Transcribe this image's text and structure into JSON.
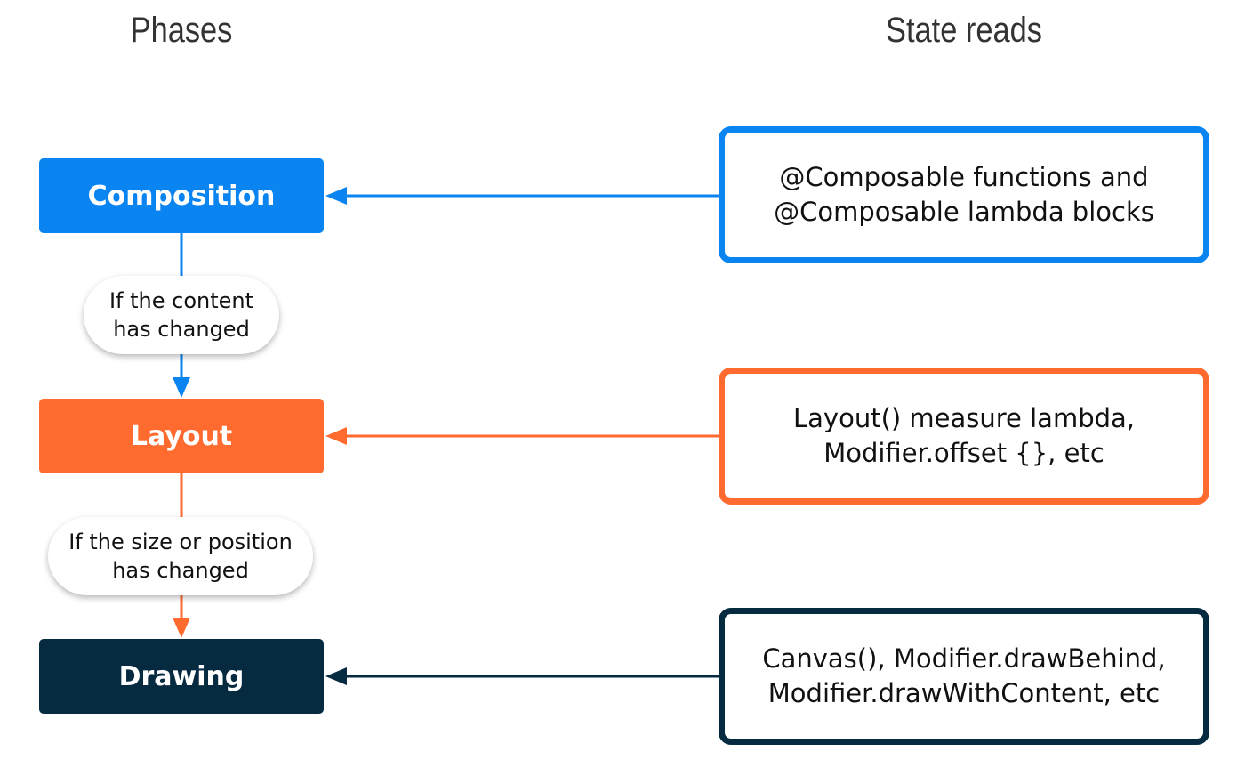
{
  "headers": {
    "phases": "Phases",
    "state_reads": "State reads"
  },
  "phases": [
    {
      "label": "Composition",
      "color": "#0a84f0"
    },
    {
      "label": "Layout",
      "color": "#ff6a2f"
    },
    {
      "label": "Drawing",
      "color": "#062a40"
    }
  ],
  "state_reads": [
    {
      "lines": [
        "@Composable functions and",
        "@Composable lambda blocks"
      ],
      "border_color": "#0a84f0"
    },
    {
      "lines": [
        "Layout() measure lambda,",
        "Modifier.offset {}, etc"
      ],
      "border_color": "#ff6a2f"
    },
    {
      "lines": [
        "Canvas(), Modifier.drawBehind,",
        "Modifier.drawWithContent, etc"
      ],
      "border_color": "#062a40"
    }
  ],
  "conditions": [
    {
      "lines": [
        "If the content",
        "has changed"
      ]
    },
    {
      "lines": [
        "If the size or position",
        "has changed"
      ]
    }
  ]
}
